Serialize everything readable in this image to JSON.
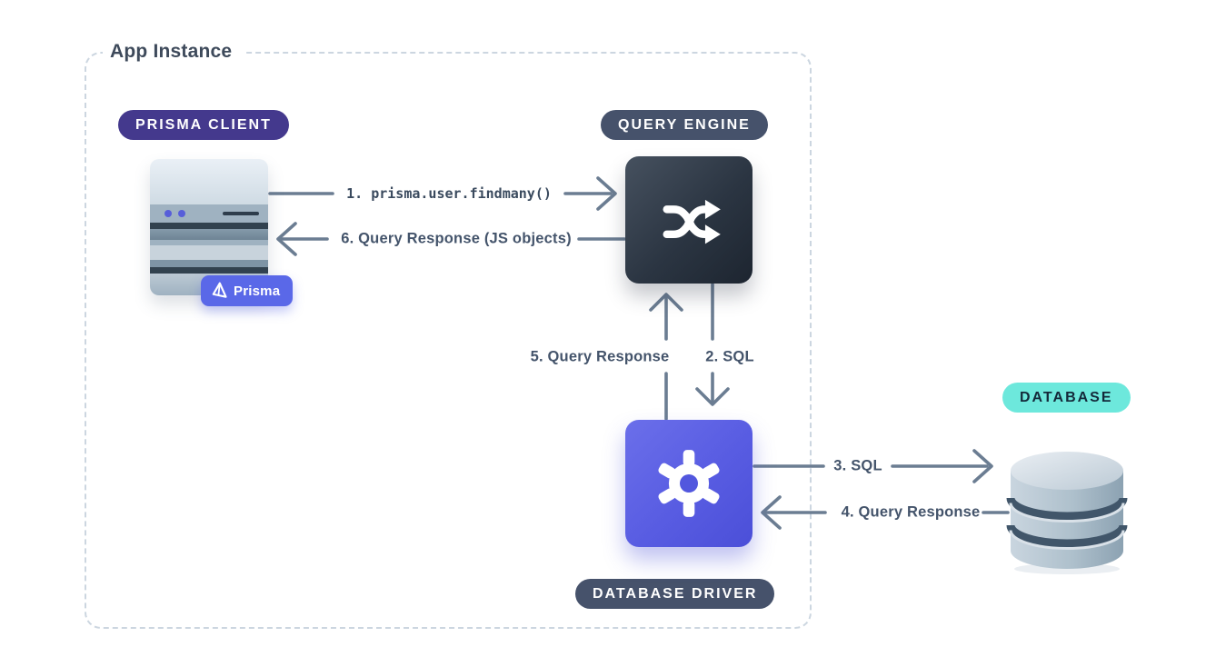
{
  "app_instance": {
    "label": "App Instance"
  },
  "nodes": {
    "prisma_client": {
      "badge": "PRISMA CLIENT",
      "logo_badge": "Prisma",
      "icon": "server-icon"
    },
    "query_engine": {
      "badge": "QUERY ENGINE",
      "icon": "shuffle-icon"
    },
    "database_driver": {
      "badge": "DATABASE DRIVER",
      "icon": "gear-icon"
    },
    "database": {
      "badge": "DATABASE",
      "icon": "database-cylinder-icon"
    }
  },
  "edges": {
    "e1": {
      "label": "1. prisma.user.findmany()",
      "from": "prisma_client",
      "to": "query_engine",
      "direction": "right"
    },
    "e2": {
      "label": "2. SQL",
      "from": "query_engine",
      "to": "database_driver",
      "direction": "down"
    },
    "e3": {
      "label": "3. SQL",
      "from": "database_driver",
      "to": "database",
      "direction": "right"
    },
    "e4": {
      "label": "4. Query Response",
      "from": "database",
      "to": "database_driver",
      "direction": "left"
    },
    "e5": {
      "label": "5. Query Response",
      "from": "database_driver",
      "to": "query_engine",
      "direction": "up"
    },
    "e6": {
      "label": "6. Query Response (JS objects)",
      "from": "query_engine",
      "to": "prisma_client",
      "direction": "left"
    }
  },
  "colors": {
    "background": "#FFFFFF",
    "dashed_border": "#CCD6E0",
    "heading_text": "#3E4A5B",
    "edge_label_text": "#44546B",
    "arrow_stroke": "#6B7D92",
    "prisma_client_badge_bg": "#44398D",
    "slate_badge_bg": "#46526B",
    "database_badge_bg": "#6DE8DC",
    "database_badge_text": "#14293A",
    "prisma_logo_badge_bg": "#5A68E8",
    "engine_square_gradient": [
      "#46515F",
      "#1D2530"
    ],
    "driver_square_gradient": [
      "#6B6FEA",
      "#4B4FD8"
    ]
  }
}
